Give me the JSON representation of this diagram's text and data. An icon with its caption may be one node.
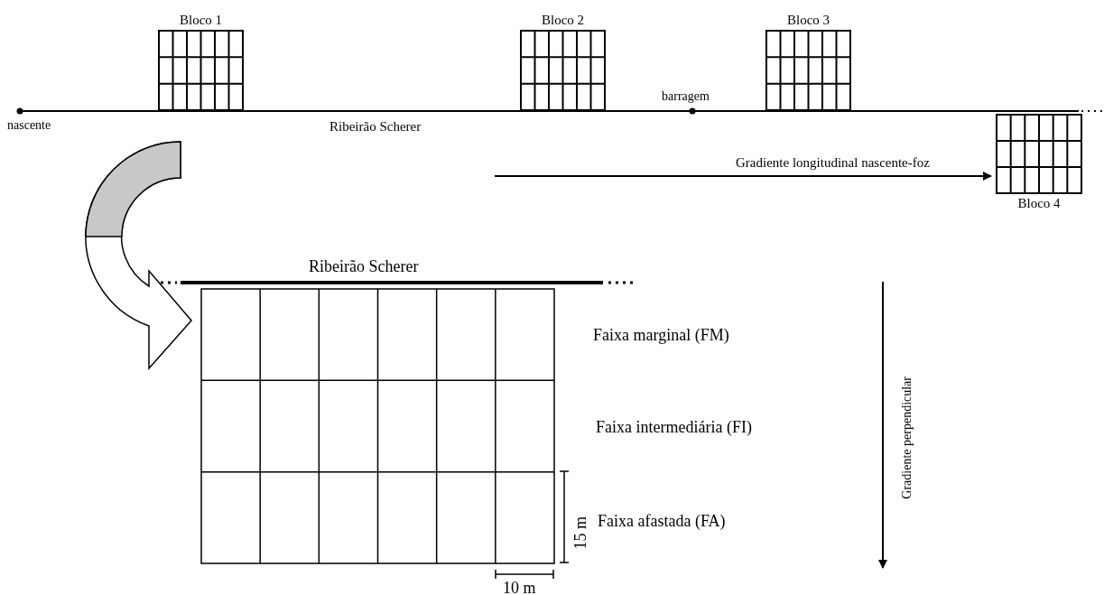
{
  "diagram": {
    "nodes": [
      {
        "text": [
          "Bloco 1"
        ]
      },
      {
        "text": [
          "Bloco 2"
        ]
      },
      {
        "text": [
          "Bloco 3"
        ]
      },
      {
        "text": [
          "Bloco 4"
        ]
      },
      {
        "text": [],
        "shape": "box"
      }
    ],
    "edges": [
      {
        "from": 0,
        "to": 4,
        "arrow": "to"
      }
    ],
    "labels": [
      "barragem",
      "nascente",
      "Ribeirão Scherer",
      "Gradiente longitudinal nascente-foz",
      "Ribeirão Scherer",
      "Faixa marginal (FM)",
      "Faixa intermediária (FI)",
      "Gradiente perpendicular",
      "Faixa afastada (FA)",
      "15 m",
      "10 m"
    ]
  }
}
